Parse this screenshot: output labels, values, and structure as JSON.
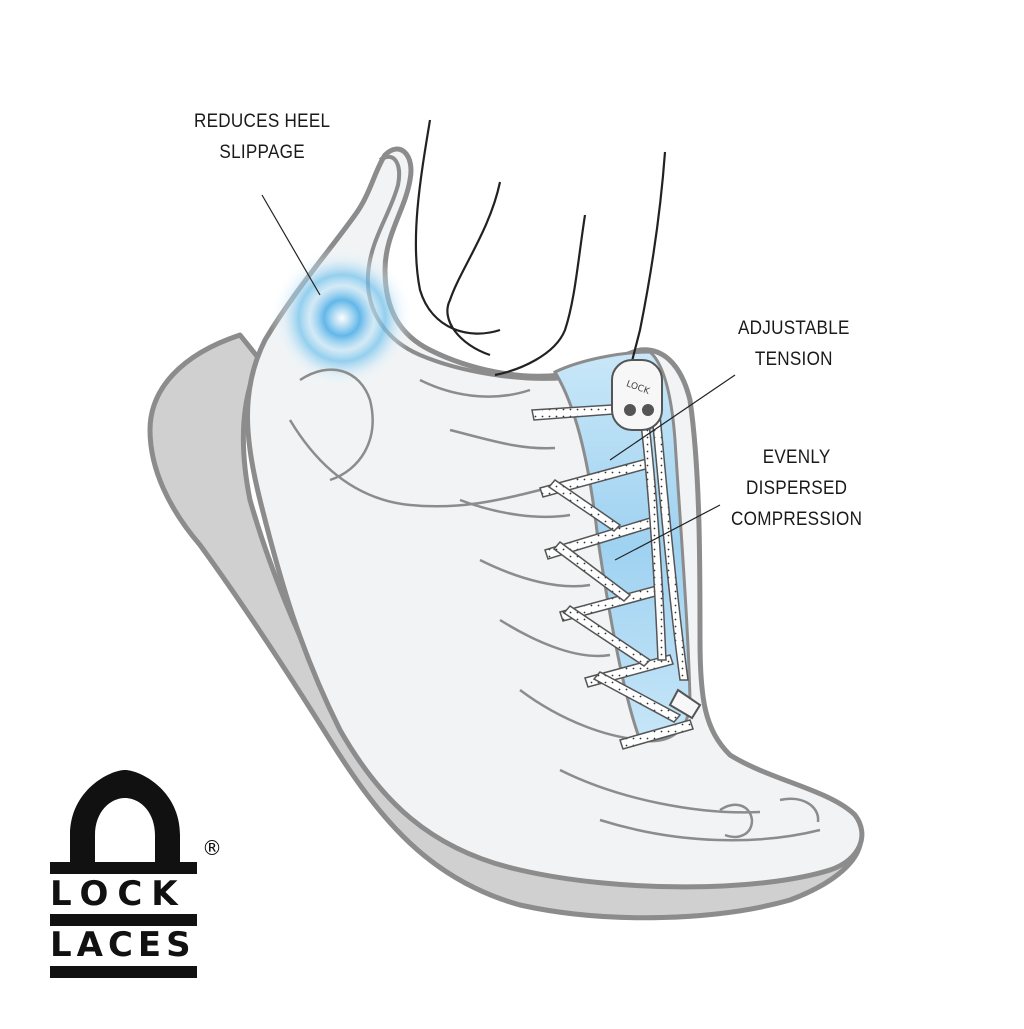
{
  "callouts": {
    "heel": {
      "line1": "REDUCES HEEL",
      "line2": "SLIPPAGE"
    },
    "tension": {
      "line1": "ADJUSTABLE",
      "line2": "TENSION"
    },
    "compression": {
      "line1": "EVENLY",
      "line2": "DISPERSED",
      "line3": "COMPRESSION"
    }
  },
  "lock_text": "LOCK",
  "logo": {
    "word1": "LOCK",
    "word2": "LACES",
    "registered": "®"
  },
  "colors": {
    "outline": "#8c8c8c",
    "sole_fill": "#d0d0d0",
    "shoe_fill": "#f1f3f4",
    "highlight_blue": "#9ed4f2",
    "glow_blue": "#5ab4e8",
    "lace_fill": "#ffffff",
    "text": "#1a1a1a"
  }
}
